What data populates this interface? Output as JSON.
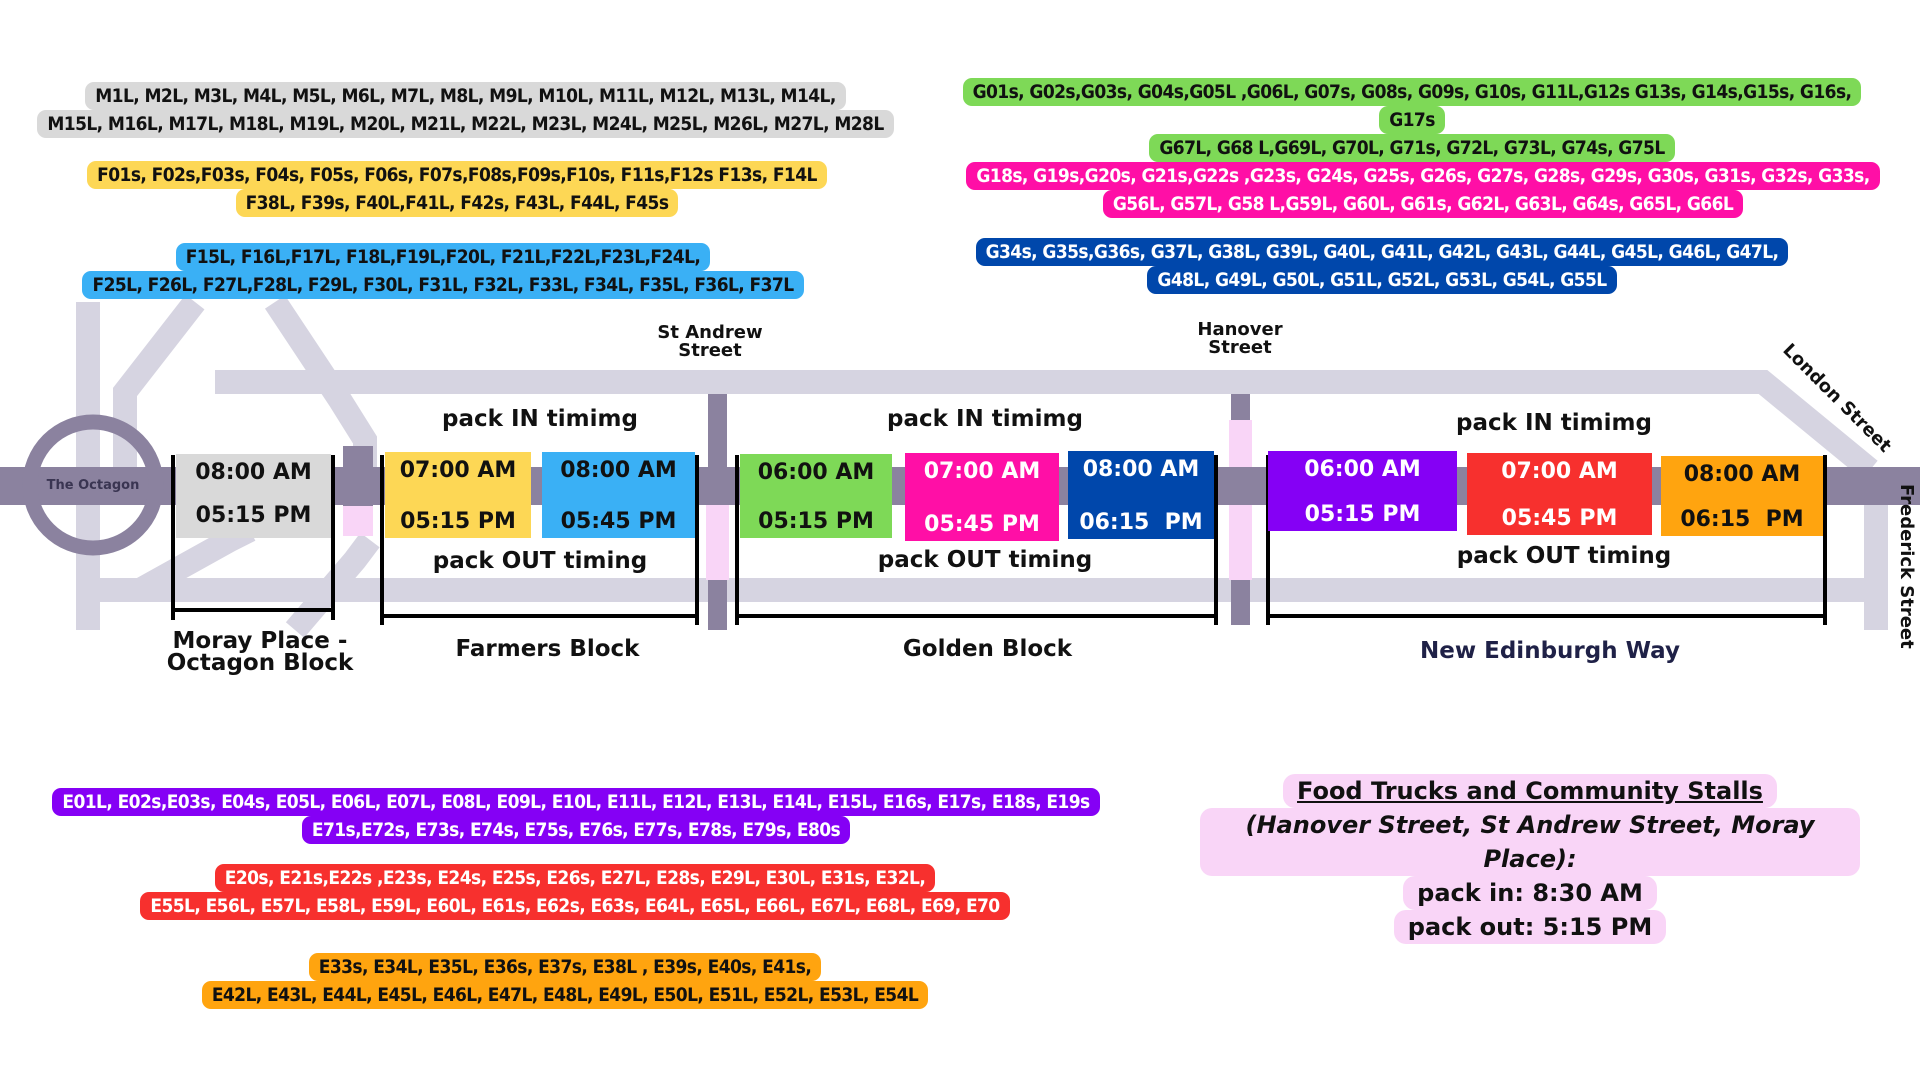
{
  "colors": {
    "road_light": "#d6d4e1",
    "road_dark": "#8b829f",
    "crossing_pink": "#f9d5f7",
    "bracket": "#000000"
  },
  "stall_lists": {
    "moray": {
      "lines": [
        "M1L, M2L, M3L, M4L, M5L, M6L, M7L, M8L, M9L, M10L, M11L, M12L, M13L, M14L,",
        "M15L, M16L, M17L, M18L, M19L, M20L, M21L, M22L, M23L, M24L, M25L, M26L, M27L, M28L"
      ],
      "bg": "#d9d9d9",
      "fg": "#111111"
    },
    "farmers_yellow": {
      "lines": [
        "F01s, F02s,F03s, F04s, F05s, F06s, F07s,F08s,F09s,F10s, F11s,F12s F13s, F14L",
        "F38L, F39s, F40L,F41L, F42s, F43L, F44L, F45s"
      ],
      "bg": "#fdd755",
      "fg": "#111111"
    },
    "farmers_blue": {
      "lines": [
        "F15L, F16L,F17L, F18L,F19L,F20L, F21L,F22L,F23L,F24L,",
        "F25L, F26L, F27L,F28L, F29L, F30L, F31L, F32L, F33L, F34L, F35L, F36L, F37L"
      ],
      "bg": "#3ab0f5",
      "fg": "#111111"
    },
    "golden_green": {
      "lines": [
        "G01s, G02s,G03s, G04s,G05L ,G06L, G07s, G08s, G09s, G10s, G11L,G12s G13s, G14s,G15s, G16s,",
        "G17s",
        "G67L, G68 L,G69L, G70L, G71s, G72L, G73L, G74s, G75L"
      ],
      "bg": "#7ed957",
      "fg": "#111111"
    },
    "golden_pink": {
      "lines": [
        "G18s, G19s,G20s, G21s,G22s ,G23s, G24s, G25s, G26s, G27s, G28s, G29s, G30s, G31s, G32s, G33s,",
        "G56L, G57L, G58 L,G59L, G60L, G61s, G62L, G63L, G64s, G65L, G66L"
      ],
      "bg": "#ff0fa6",
      "fg": "#ffffff"
    },
    "golden_blue": {
      "lines": [
        "G34s, G35s,G36s, G37L, G38L, G39L, G40L, G41L, G42L, G43L, G44L, G45L, G46L, G47L,",
        "G48L, G49L, G50L, G51L, G52L, G53L, G54L, G55L"
      ],
      "bg": "#0047ab",
      "fg": "#ffffff"
    },
    "edinburgh_purple": {
      "lines": [
        "E01L, E02s,E03s, E04s, E05L, E06L, E07L, E08L, E09L, E10L, E11L, E12L, E13L, E14L, E15L, E16s, E17s, E18s, E19s",
        "E71s,E72s, E73s, E74s, E75s, E76s, E77s, E78s, E79s, E80s"
      ],
      "bg": "#8500f5",
      "fg": "#ffffff"
    },
    "edinburgh_red": {
      "lines": [
        "E20s, E21s,E22s ,E23s, E24s, E25s, E26s, E27L, E28s, E29L, E30L, E31s, E32L,",
        "E55L, E56L, E57L, E58L, E59L, E60L, E61s, E62s, E63s, E64L, E65L, E66L, E67L, E68L, E69, E70"
      ],
      "bg": "#f7302e",
      "fg": "#ffffff"
    },
    "edinburgh_orange": {
      "lines": [
        "E33s, E34L, E35L, E36s, E37s, E38L , E39s, E40s, E41s,",
        "E42L, E43L, E44L, E45L, E46L, E47L, E48L, E49L, E50L, E51L, E52L, E53L, E54L"
      ],
      "bg": "#ffa40f",
      "fg": "#111111"
    }
  },
  "streets": {
    "octagon": "The Octagon",
    "st_andrew": [
      "St Andrew",
      "Street"
    ],
    "hanover": [
      "Hanover",
      "Street"
    ],
    "london": "London Street",
    "frederick": "Frederick Street"
  },
  "captions": {
    "pack_in": "pack IN timimg",
    "pack_out": "pack OUT timing"
  },
  "blocks": {
    "moray": {
      "name_lines": [
        "Moray Place -",
        "Octagon Block"
      ],
      "slots": [
        {
          "in": "08:00 AM",
          "out": "05:15 PM",
          "bg": "#d9d9d9",
          "fg": "#111111"
        }
      ]
    },
    "farmers": {
      "name": "Farmers Block",
      "slots": [
        {
          "in": "07:00 AM",
          "out": "05:15 PM",
          "bg": "#fdd755",
          "fg": "#111111"
        },
        {
          "in": "08:00 AM",
          "out": "05:45 PM",
          "bg": "#3ab0f5",
          "fg": "#111111"
        }
      ]
    },
    "golden": {
      "name": "Golden Block",
      "slots": [
        {
          "in": "06:00 AM",
          "out": "05:15 PM",
          "bg": "#7ed957",
          "fg": "#111111"
        },
        {
          "in": "07:00 AM",
          "out": "05:45 PM",
          "bg": "#ff0fa6",
          "fg": "#ffffff"
        },
        {
          "in": "08:00 AM",
          "out": "06:15  PM",
          "bg": "#0047ab",
          "fg": "#ffffff"
        }
      ]
    },
    "edinburgh": {
      "name": "New Edinburgh Way",
      "name_color": "#1f2147",
      "slots": [
        {
          "in": "06:00 AM",
          "out": "05:15 PM",
          "bg": "#8500f5",
          "fg": "#ffffff"
        },
        {
          "in": "07:00 AM",
          "out": "05:45 PM",
          "bg": "#f7302e",
          "fg": "#ffffff"
        },
        {
          "in": "08:00 AM",
          "out": "06:15  PM",
          "bg": "#ffa40f",
          "fg": "#111111"
        }
      ]
    }
  },
  "food_trucks": {
    "title": "Food Trucks and Community Stalls",
    "subtitle": "(Hanover Street, St Andrew Street, Moray Place):",
    "pack_in": "pack in: 8:30 AM",
    "pack_out": "pack out: 5:15 PM"
  }
}
